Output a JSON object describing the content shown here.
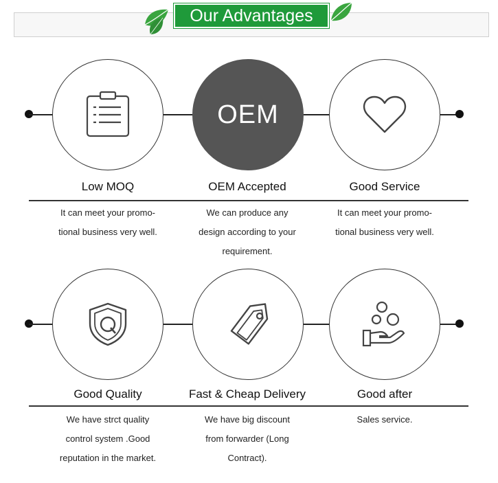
{
  "header": {
    "title": "Our Advantages"
  },
  "rows": [
    {
      "items": [
        {
          "label": "Low MOQ",
          "icon": "clipboard-icon",
          "lines": [
            "It can meet your promo-",
            "tional business very well."
          ]
        },
        {
          "label": "OEM Accepted",
          "icon": "oem-badge",
          "circle_text": "OEM",
          "lines": [
            "We can produce any",
            "design according to your",
            "requirement."
          ]
        },
        {
          "label": "Good Service",
          "icon": "heart-icon",
          "lines": [
            "It can meet your promo-",
            "tional business very well."
          ]
        }
      ]
    },
    {
      "items": [
        {
          "label": "Good Quality",
          "icon": "shield-q-icon",
          "lines": [
            "We have strct quality",
            "control system .Good",
            "reputation in the market."
          ]
        },
        {
          "label": "Fast & Cheap Delivery",
          "icon": "price-tag-icon",
          "lines": [
            "We have big discount",
            "from forwarder (Long",
            "Contract)."
          ]
        },
        {
          "label": "Good after",
          "icon": "hand-coins-icon",
          "lines": [
            "Sales service."
          ]
        }
      ]
    }
  ],
  "colors": {
    "accent_green": "#1f9a3a",
    "oem_fill": "#555555",
    "line": "#222222"
  }
}
